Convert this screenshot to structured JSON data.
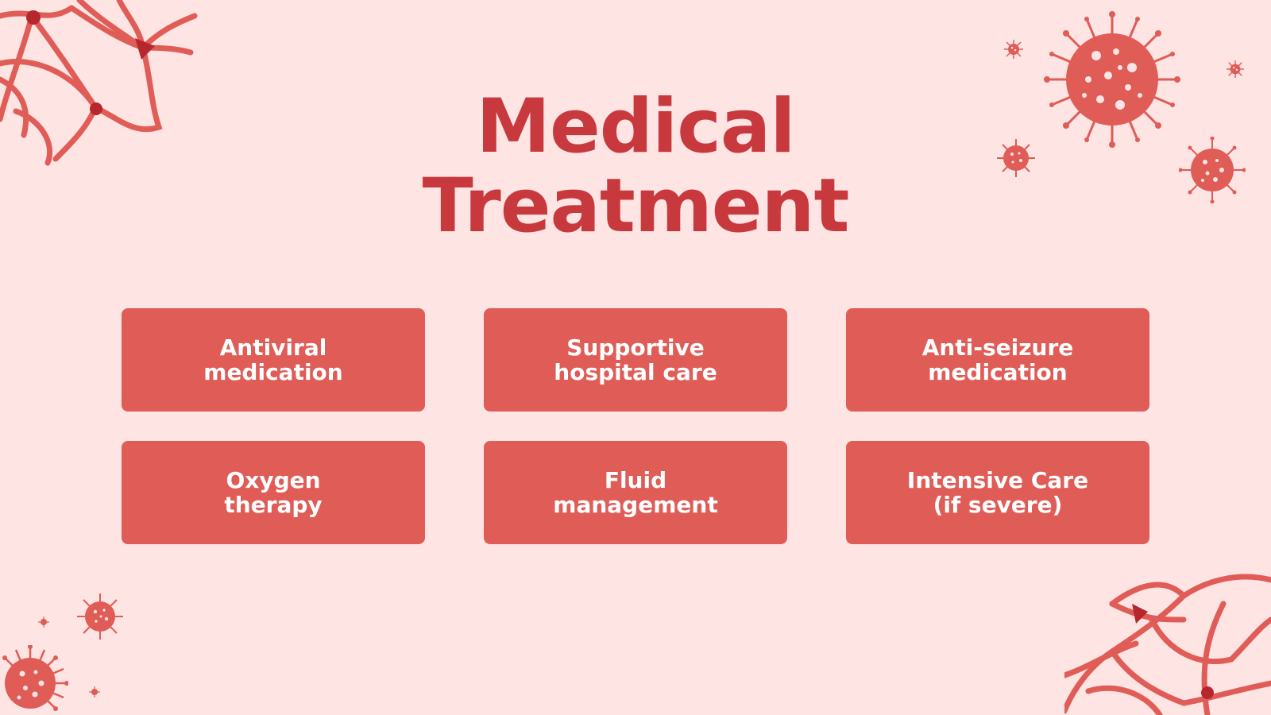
{
  "slide": {
    "title_line1": "Medical",
    "title_line2": "Treatment"
  },
  "cards": [
    {
      "line1": "Antiviral",
      "line2": "medication"
    },
    {
      "line1": "Supportive",
      "line2": "hospital care"
    },
    {
      "line1": "Anti-seizure",
      "line2": "medication"
    },
    {
      "line1": "Oxygen",
      "line2": "therapy"
    },
    {
      "line1": "Fluid",
      "line2": "management"
    },
    {
      "line1": "Intensive Care",
      "line2": "(if severe)"
    }
  ],
  "colors": {
    "background": "#fee4e3",
    "title": "#c8393e",
    "card": "#e05c57",
    "card_text": "#ffffff",
    "decoration": "#e05c57",
    "decoration_dark": "#b5272d"
  },
  "decorations": [
    "neuron-icon",
    "virus-icon"
  ]
}
